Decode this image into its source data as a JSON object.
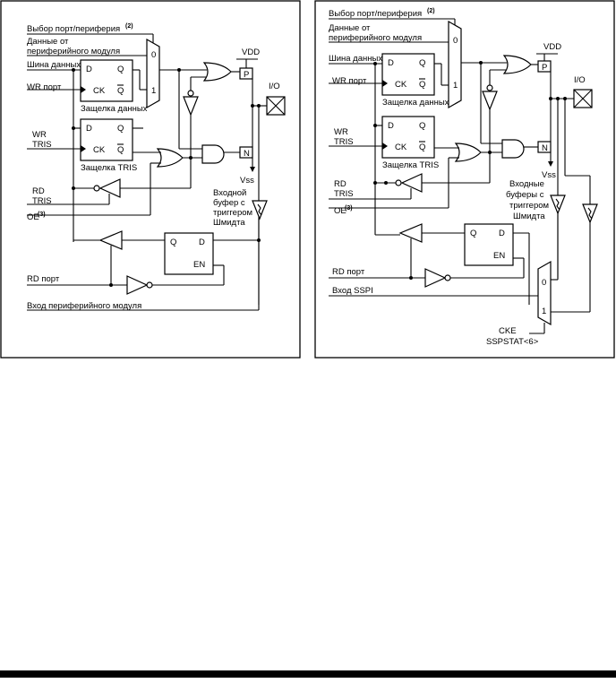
{
  "left": {
    "sel_label": "Выбор порт/периферия",
    "sel_sup": "(2)",
    "periph_data_1": "Данные от",
    "periph_data_2": "периферийного модуля",
    "data_bus": "Шина данных",
    "wr_port": "WR порт",
    "latch_data": "Защелка данных",
    "wr_tris_1": "WR",
    "wr_tris_2": "TRIS",
    "latch_tris": "Защелка TRIS",
    "rd_tris_1": "RD",
    "rd_tris_2": "TRIS",
    "oe": "OE",
    "oe_sup": "(3)",
    "vdd": "VDD",
    "vss": "Vss",
    "io": "I/O",
    "p": "P",
    "n": "N",
    "buf_1": "Входной",
    "buf_2": "буфер с",
    "buf_3": "триггером",
    "buf_4": "Шмидта",
    "rd_port": "RD порт",
    "periph_in": "Вход периферийного модуля",
    "mux0": "0",
    "mux1": "1",
    "ff_d": "D",
    "ff_q": "Q",
    "ff_ck": "CK",
    "ff_en": "EN"
  },
  "right": {
    "sel_label": "Выбор порт/периферия",
    "sel_sup": "(2)",
    "periph_data_1": "Данные от",
    "periph_data_2": "периферийного модуля",
    "data_bus": "Шина данных",
    "wr_port": "WR порт",
    "latch_data": "Защелка данных",
    "wr_tris_1": "WR",
    "wr_tris_2": "TRIS",
    "latch_tris": "Защелка TRIS",
    "rd_tris_1": "RD",
    "rd_tris_2": "TRIS",
    "oe": "OE",
    "oe_sup": "(3)",
    "vdd": "VDD",
    "vss": "Vss",
    "io": "I/O",
    "p": "P",
    "n": "N",
    "buf_1": "Входные",
    "buf_2": "буферы с",
    "buf_3": "триггером",
    "buf_4": "Шмидта",
    "rd_port": "RD порт",
    "ssp_in": "Вход SSPI",
    "cke": "CKE",
    "sspstat": "SSPSTAT<6>",
    "mux0": "0",
    "mux1": "1",
    "ff_d": "D",
    "ff_q": "Q",
    "ff_ck": "CK",
    "ff_en": "EN"
  }
}
